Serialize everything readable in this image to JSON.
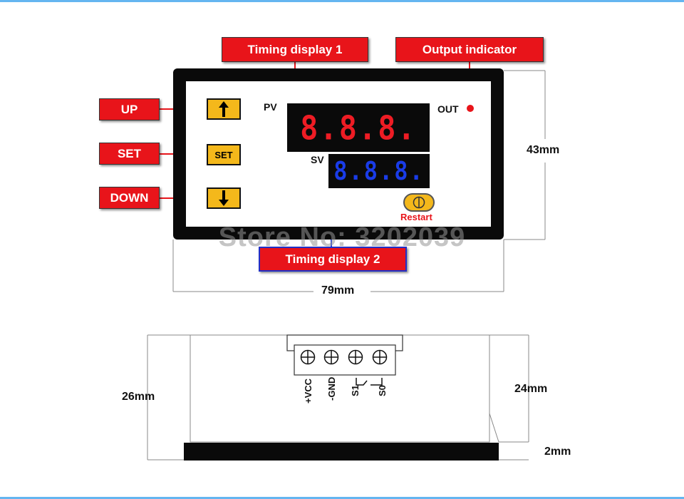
{
  "callouts": {
    "timing_display_1": "Timing display 1",
    "output_indicator": "Output indicator",
    "timing_display_2": "Timing display 2",
    "up": "UP",
    "set": "SET",
    "down": "DOWN"
  },
  "panel": {
    "set_key_label": "SET",
    "pv_label": "PV",
    "sv_label": "SV",
    "out_label": "OUT",
    "pv_digits": "8.8.8.",
    "sv_digits": "8.8.8.",
    "restart_label": "Restart"
  },
  "dimensions": {
    "height": "43mm",
    "width": "79mm",
    "depth_total": "26mm",
    "depth_body": "24mm",
    "depth_base": "2mm"
  },
  "terminals": [
    "+VCC",
    "-GND",
    "S1",
    "S0"
  ],
  "watermark": "Store No: 3202039",
  "colors": {
    "callout_red": "#e8141a",
    "key_yellow": "#f4b81b",
    "pv_red": "#ee1c24",
    "sv_blue": "#1a3ce8",
    "arrow_blue": "#1a3ce8"
  },
  "icons": [
    "up-arrow-icon",
    "down-arrow-icon",
    "restart-knob-icon",
    "screw-terminal-icon"
  ]
}
